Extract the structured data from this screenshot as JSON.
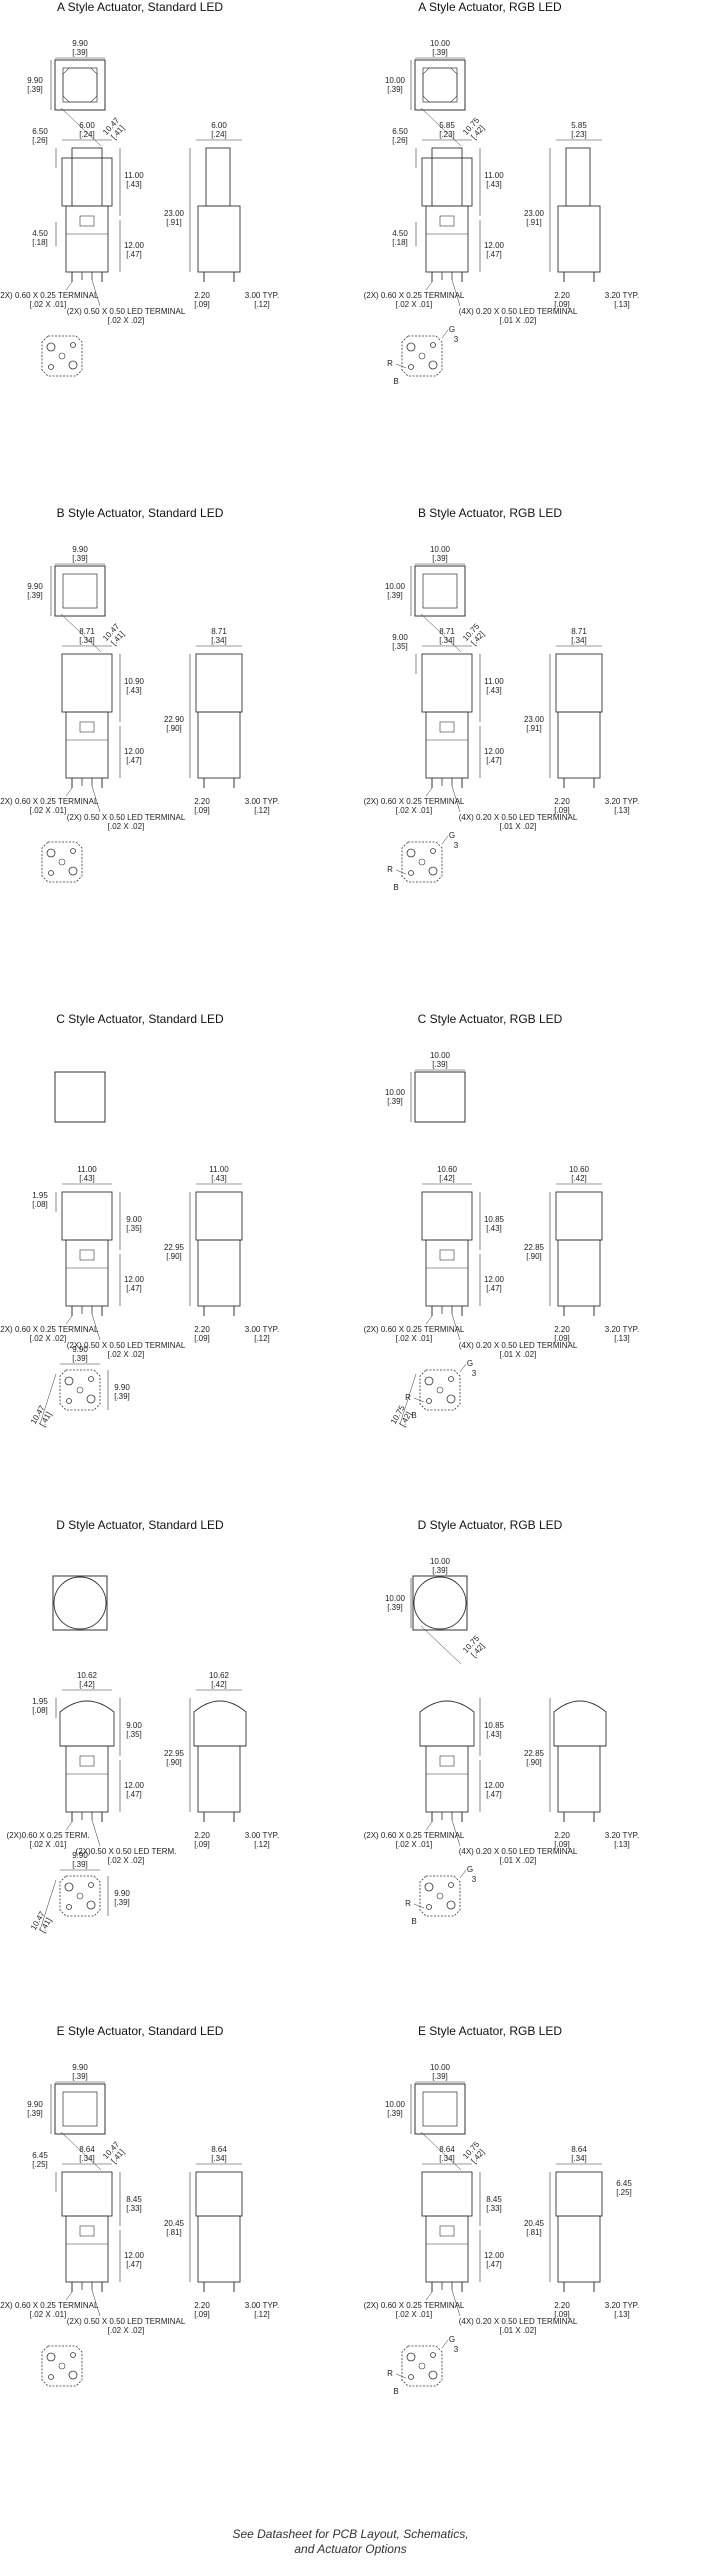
{
  "panels": [
    {
      "title": "A Style Actuator, Standard LED",
      "style": "A",
      "rgb": false,
      "top_dims": [
        "9.90",
        "[.39]",
        "9.90",
        "[.39]",
        "10.47",
        "[.41]"
      ],
      "front_dims": [
        "6.50",
        "[.26]",
        "6.00",
        "[.24]",
        "11.00",
        "[.43]",
        "4.50",
        "[.18]",
        "12.00",
        "[.47]"
      ],
      "side_dims": [
        "6.00",
        "[.24]",
        "23.00",
        "[.91]",
        "2.20",
        "[.09]",
        "3.00 TYP.",
        "[.12]"
      ],
      "terminal_notes": [
        "(2X) 0.60 X 0.25 TERMINAL",
        "[.02 X .01]",
        "(2X) 0.50 X 0.50 LED TERMINAL",
        "[.02 X .02]"
      ],
      "pin_labels": []
    },
    {
      "title": "A Style Actuator, RGB LED",
      "style": "A",
      "rgb": true,
      "top_dims": [
        "10.00",
        "[.39]",
        "10.00",
        "[.39]",
        "10.75",
        "[.42]"
      ],
      "front_dims": [
        "6.50",
        "[.26]",
        "5.85",
        "[.23]",
        "11.00",
        "[.43]",
        "4.50",
        "[.18]",
        "12.00",
        "[.47]"
      ],
      "side_dims": [
        "5.85",
        "[.23]",
        "23.00",
        "[.91]",
        "2.20",
        "[.09]",
        "3.20 TYP.",
        "[.13]"
      ],
      "terminal_notes": [
        "(2X) 0.60 X 0.25 TERMINAL",
        "[.02 X .01]",
        "(4X) 0.20 X 0.50 LED TERMINAL",
        "[.01 X .02]"
      ],
      "pin_labels": [
        "G",
        "3",
        "R",
        "B"
      ]
    },
    {
      "title": "B Style Actuator, Standard LED",
      "style": "B",
      "rgb": false,
      "top_dims": [
        "9.90",
        "[.39]",
        "9.90",
        "[.39]",
        "10.47",
        "[.41]"
      ],
      "front_dims": [
        "",
        "",
        "8.71",
        "[.34]",
        "10.90",
        "[.43]",
        "",
        "",
        "12.00",
        "[.47]"
      ],
      "side_dims": [
        "8.71",
        "[.34]",
        "22.90",
        "[.90]",
        "2.20",
        "[.09]",
        "3.00 TYP.",
        "[.12]"
      ],
      "terminal_notes": [
        "(2X) 0.60 X 0.25 TERMINAL",
        "[.02 X .01]",
        "(2X) 0.50 X 0.50 LED TERMINAL",
        "[.02 X .02]"
      ],
      "pin_labels": []
    },
    {
      "title": "B Style Actuator, RGB LED",
      "style": "B",
      "rgb": true,
      "top_dims": [
        "10.00",
        "[.39]",
        "10.00",
        "[.39]",
        "10.75",
        "[.42]"
      ],
      "front_dims": [
        "9.00",
        "[.35]",
        "8.71",
        "[.34]",
        "11.00",
        "[.43]",
        "",
        "",
        "12.00",
        "[.47]"
      ],
      "side_dims": [
        "8.71",
        "[.34]",
        "23.00",
        "[.91]",
        "2.20",
        "[.09]",
        "3.20 TYP.",
        "[.13]"
      ],
      "terminal_notes": [
        "(2X) 0.60 X 0.25 TERMINAL",
        "[.02 X .01]",
        "(4X) 0.20 X 0.50 LED TERMINAL",
        "[.01 X .02]"
      ],
      "pin_labels": [
        "G",
        "3",
        "R",
        "B"
      ]
    },
    {
      "title": "C Style Actuator, Standard LED",
      "style": "C",
      "rgb": false,
      "top_dims": [
        "",
        "",
        "",
        "",
        "",
        ""
      ],
      "front_dims": [
        "1.95",
        "[.08]",
        "11.00",
        "[.43]",
        "9.00",
        "[.35]",
        "",
        "",
        "12.00",
        "[.47]"
      ],
      "side_dims": [
        "11.00",
        "[.43]",
        "22.95",
        "[.90]",
        "2.20",
        "[.09]",
        "3.00 TYP.",
        "[.12]"
      ],
      "terminal_notes": [
        "(2X) 0.60 X 0.25 TERMINAL",
        "[.02 X .02]",
        "(2X) 0.50 X 0.50 LED TERMINAL",
        "[.02 X .02]"
      ],
      "bottom_dims": [
        "9.90",
        "[.39]",
        "9.90",
        "[.39]",
        "10.47",
        "[.41]"
      ],
      "pin_labels": []
    },
    {
      "title": "C Style Actuator, RGB LED",
      "style": "C",
      "rgb": true,
      "top_dims": [
        "10.00",
        "[.39]",
        "10.00",
        "[.39]",
        "",
        ""
      ],
      "front_dims": [
        "",
        "",
        "10.60",
        "[.42]",
        "10.85",
        "[.43]",
        "",
        "",
        "12.00",
        "[.47]"
      ],
      "side_dims": [
        "10.60",
        "[.42]",
        "22.85",
        "[.90]",
        "2.20",
        "[.09]",
        "3.20 TYP.",
        "[.13]"
      ],
      "terminal_notes": [
        "(2X) 0.60 X 0.25 TERMINAL",
        "[.02 X .01]",
        "(4X) 0.20 X 0.50 LED TERMINAL",
        "[.01 X .02]"
      ],
      "bottom_dims": [
        "",
        "",
        "",
        "",
        "10.75",
        "[.42]"
      ],
      "pin_labels": [
        "G",
        "3",
        "R",
        "B"
      ]
    },
    {
      "title": "D Style Actuator, Standard LED",
      "style": "D",
      "rgb": false,
      "top_dims": [
        "",
        "",
        "",
        "",
        "",
        ""
      ],
      "front_dims": [
        "1.95",
        "[.08]",
        "10.62",
        "[.42]",
        "9.00",
        "[.35]",
        "",
        "",
        "12.00",
        "[.47]"
      ],
      "side_dims": [
        "10.62",
        "[.42]",
        "22.95",
        "[.90]",
        "2.20",
        "[.09]",
        "3.00 TYP.",
        "[.12]"
      ],
      "terminal_notes": [
        "(2X)0.60 X 0.25 TERM.",
        "[.02 X .01]",
        "(2X)0.50 X 0.50 LED TERM.",
        "[.02 X .02]"
      ],
      "bottom_dims": [
        "9.90",
        "[.39]",
        "9.90",
        "[.39]",
        "10.47",
        "[.41]"
      ],
      "pin_labels": []
    },
    {
      "title": "D Style Actuator, RGB LED",
      "style": "D",
      "rgb": true,
      "top_dims": [
        "10.00",
        "[.39]",
        "10.00",
        "[.39]",
        "10.75",
        "[.42]"
      ],
      "front_dims": [
        "",
        "",
        "",
        "",
        "10.85",
        "[.43]",
        "",
        "",
        "12.00",
        "[.47]"
      ],
      "side_dims": [
        "",
        "",
        "22.85",
        "[.90]",
        "2.20",
        "[.09]",
        "3.20 TYP.",
        "[.13]"
      ],
      "terminal_notes": [
        "(2X) 0.60 X 0.25 TERMINAL",
        "[.02 X .01]",
        "(4X) 0.20 X 0.50 LED TERMINAL",
        "[.01 X .02]"
      ],
      "pin_labels": [
        "G",
        "3",
        "R",
        "B"
      ]
    },
    {
      "title": "E Style Actuator, Standard LED",
      "style": "E",
      "rgb": false,
      "top_dims": [
        "9.90",
        "[.39]",
        "9.90",
        "[.39]",
        "10.47",
        "[.41]"
      ],
      "front_dims": [
        "6.45",
        "[.25]",
        "8.64",
        "[.34]",
        "8.45",
        "[.33]",
        "",
        "",
        "12.00",
        "[.47]"
      ],
      "side_dims": [
        "8.64",
        "[.34]",
        "20.45",
        "[.81]",
        "2.20",
        "[.09]",
        "3.00 TYP.",
        "[.12]"
      ],
      "terminal_notes": [
        "(2X) 0.60 X 0.25 TERMINAL",
        "[.02 X .01]",
        "(2X) 0.50 X 0.50 LED TERMINAL",
        "[.02 X .02]"
      ],
      "pin_labels": []
    },
    {
      "title": "E Style Actuator, RGB LED",
      "style": "E",
      "rgb": true,
      "top_dims": [
        "10.00",
        "[.39]",
        "10.00",
        "[.39]",
        "10.75",
        "[.42]"
      ],
      "front_dims": [
        "",
        "",
        "8.64",
        "[.34]",
        "8.45",
        "[.33]",
        "",
        "",
        "12.00",
        "[.47]"
      ],
      "side_dims": [
        "8.64",
        "[.34]",
        "20.45",
        "[.81]",
        "2.20",
        "[.09]",
        "3.20 TYP.",
        "[.13]",
        "6.45",
        "[.25]"
      ],
      "terminal_notes": [
        "(2X) 0.60 X 0.25 TERMINAL",
        "[.02 X .01]",
        "(4X) 0.20 X 0.50 LED TERMINAL",
        "[.01 X .02]"
      ],
      "pin_labels": [
        "G",
        "3",
        "R",
        "B"
      ]
    }
  ],
  "footer": {
    "line1": "See Datasheet for PCB Layout, Schematics,",
    "line2": "and Actuator Options"
  }
}
